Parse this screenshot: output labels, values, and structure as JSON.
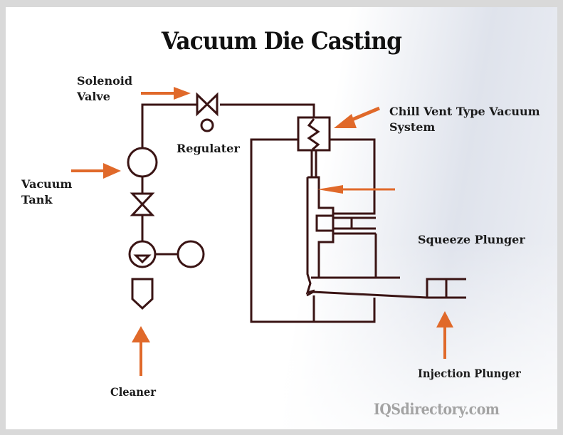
{
  "title": "Vacuum Die Casting",
  "labels": {
    "solenoid_valve_line1": "Solenoid",
    "solenoid_valve_line2": "Valve",
    "regulator": "Regulater",
    "vacuum_tank_line1": "Vacuum",
    "vacuum_tank_line2": "Tank",
    "chill_vent_line1": "Chill Vent Type Vacuum",
    "chill_vent_line2": "System",
    "squeeze_plunger": "Squeeze Plunger",
    "injection_plunger": "Injection Plunger",
    "cleaner": "Cleaner"
  },
  "watermark": "IQSdirectory.com",
  "colors": {
    "line": "#3a1414",
    "arrow": "#e0692a",
    "text": "#1a1a1a",
    "watermark": "#a3a3a3"
  }
}
